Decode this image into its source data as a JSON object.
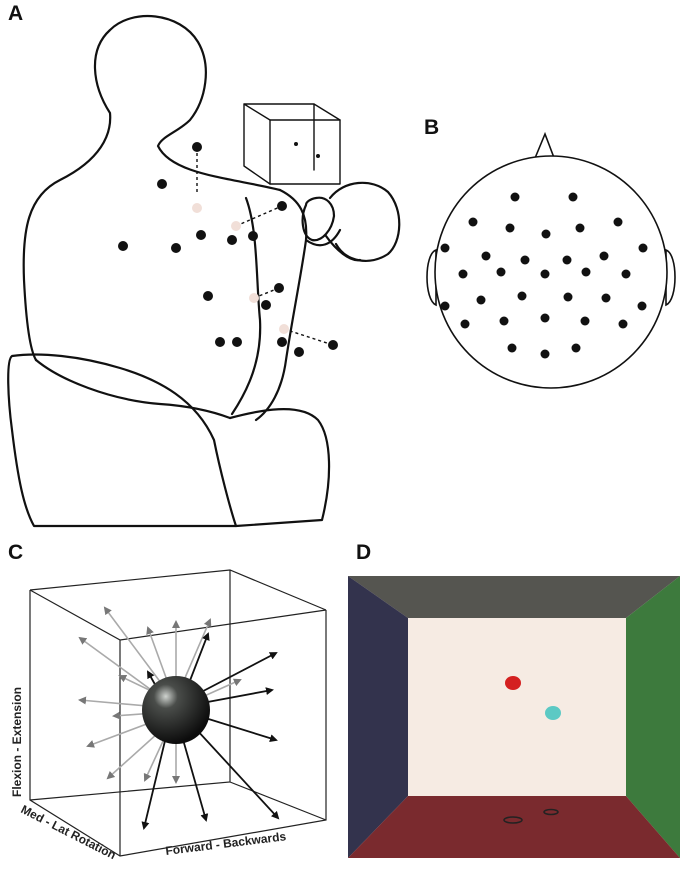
{
  "panels": {
    "a": {
      "label": "A"
    },
    "b": {
      "label": "B"
    },
    "c": {
      "label": "C",
      "axes": {
        "vertical": "Flexion - Extension",
        "depth": "Med - Lat Rotation",
        "horizontal": "Forward - Backwards"
      }
    },
    "d": {
      "label": "D"
    }
  },
  "colors": {
    "marker": "#111111",
    "faded_marker": "#f2e2dc",
    "sphere": "#222222",
    "room_left_wall": "#33334d",
    "room_right_wall": "#3d7a3d",
    "room_ceiling": "#555550",
    "room_floor": "#7a2a2e",
    "room_back_wall": "#f6ebe3",
    "target_red": "#d42020",
    "target_cyan": "#5cc9c4"
  },
  "icons": {
    "eeg_electrode": "filled-dot",
    "mocap_marker": "filled-dot"
  }
}
